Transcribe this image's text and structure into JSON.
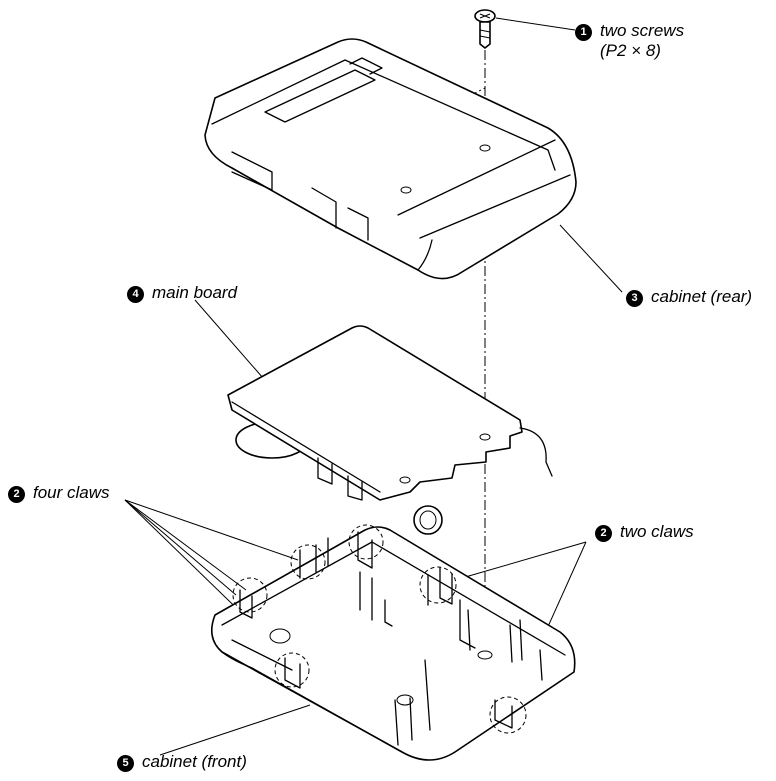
{
  "labels": {
    "screws": {
      "num": "1",
      "line1": "two screws",
      "line2": "(P2 × 8)"
    },
    "four_claws": {
      "num": "2",
      "text": "four claws"
    },
    "two_claws": {
      "num": "2",
      "text": "two claws"
    },
    "cabinet_rear": {
      "num": "3",
      "text": "cabinet (rear)"
    },
    "main_board": {
      "num": "4",
      "text": "main board"
    },
    "cabinet_front": {
      "num": "5",
      "text": "cabinet (front)"
    }
  }
}
